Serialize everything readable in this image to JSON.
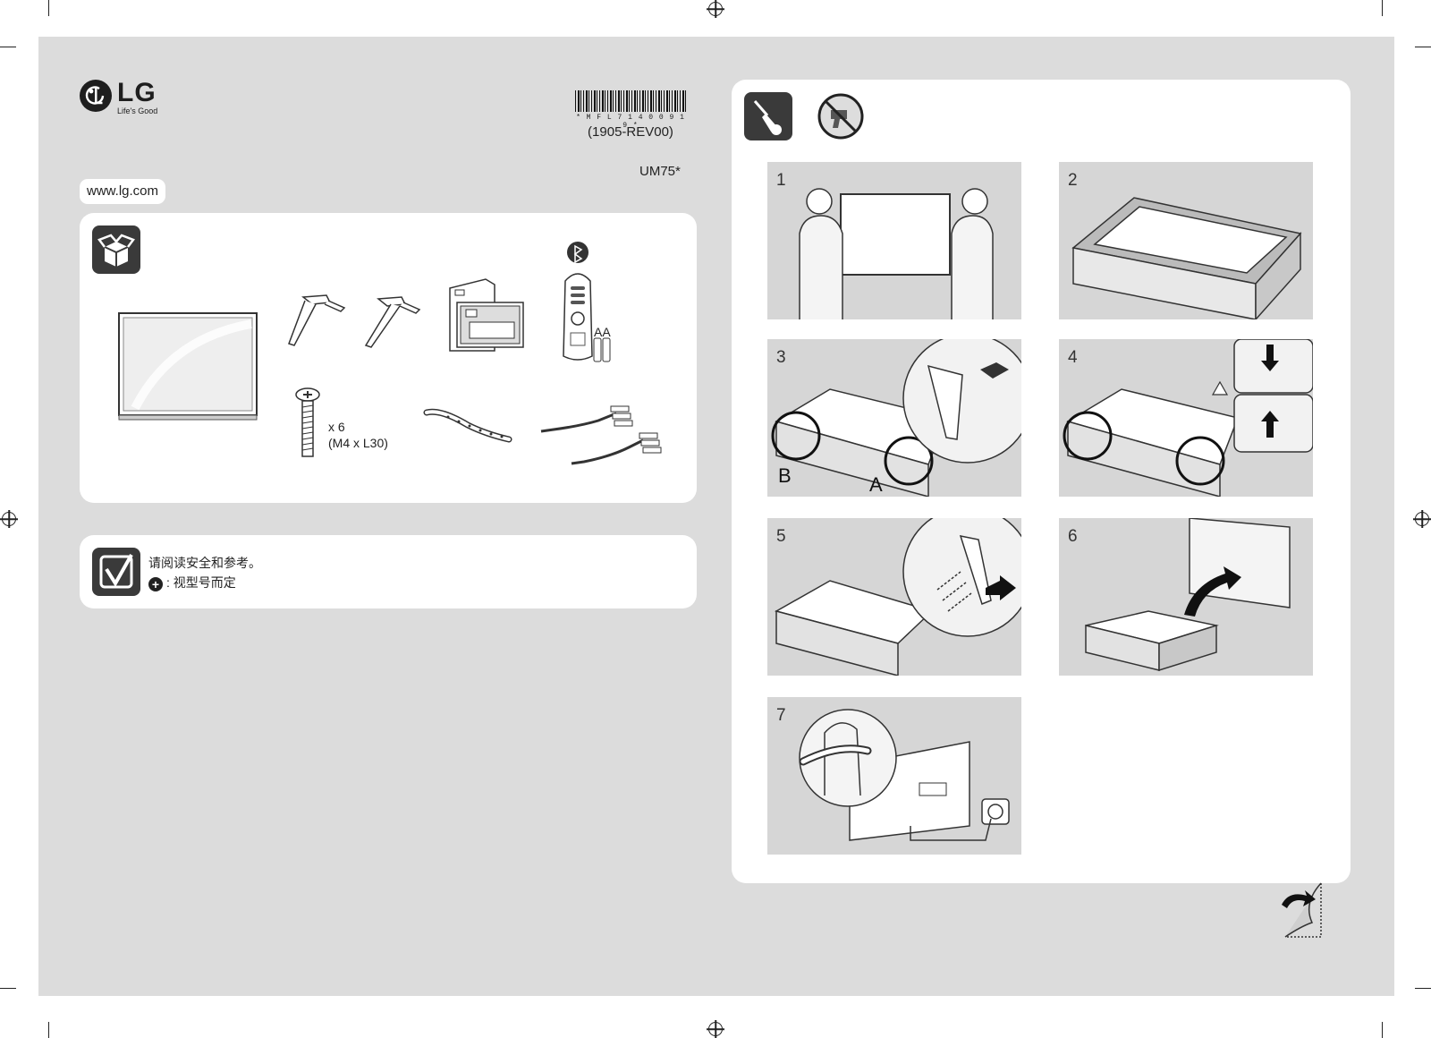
{
  "header": {
    "brand": "LG",
    "tagline": "Life's Good",
    "barcode_text": "* M F L 7 1 4 0 0 9 1 9 *",
    "revision": "(1905-REV00)",
    "model": "UM75*",
    "website": "www.lg.com"
  },
  "contents": {
    "badge_icon": "open-box-icon",
    "items": [
      {
        "icon": "tv-icon"
      },
      {
        "icon": "stand-leg-icon"
      },
      {
        "icon": "stand-leg-icon"
      },
      {
        "icon": "manual-booklet-icon"
      },
      {
        "icon": "magic-remote-icon",
        "battery_label": "AA"
      },
      {
        "icon": "screw-icon",
        "count_label": "x 6",
        "size_label": "(M4 x L30)"
      },
      {
        "icon": "cable-tie-icon"
      },
      {
        "icon": "av-cable-icon"
      }
    ]
  },
  "safety": {
    "badge_icon": "checkmark-document-icon",
    "line1": "请阅读安全和参考。",
    "line2": ": 视型号而定"
  },
  "steps": {
    "tool_icon": "screwdriver-icon",
    "no_power_tool_icon": "no-power-drill-icon",
    "panels": [
      {
        "number": "1"
      },
      {
        "number": "2"
      },
      {
        "number": "3",
        "label_b": "B",
        "label_a": "A"
      },
      {
        "number": "4"
      },
      {
        "number": "5"
      },
      {
        "number": "6"
      },
      {
        "number": "7"
      }
    ]
  }
}
